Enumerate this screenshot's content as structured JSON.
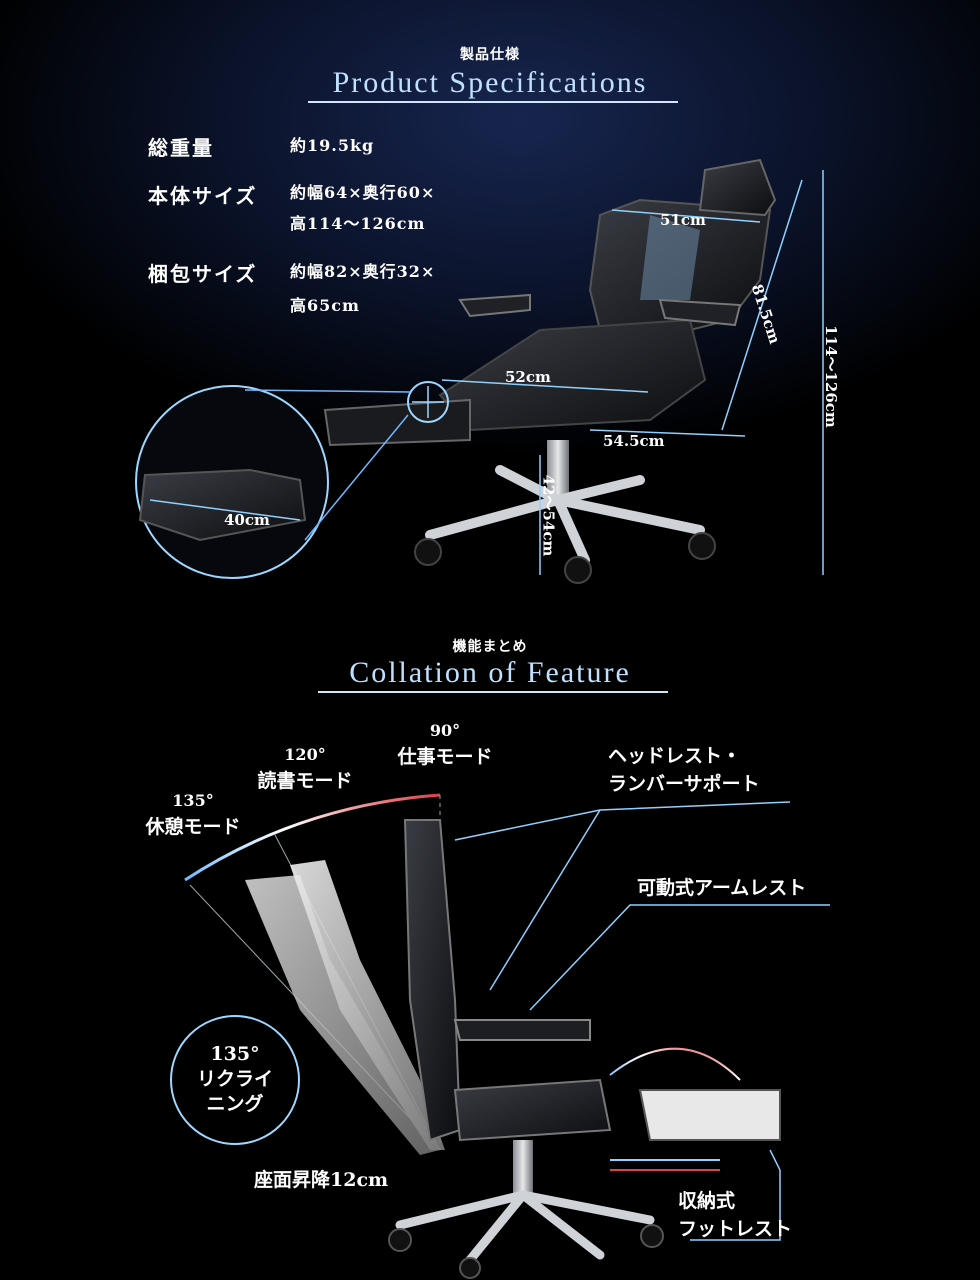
{
  "spec_section": {
    "title_jp": "製品仕様",
    "title_en": "Product Specifications",
    "rows": [
      {
        "label": "総重量",
        "value_lines": [
          "約19.5kg"
        ]
      },
      {
        "label": "本体サイズ",
        "value_lines": [
          "約幅64×奥行60×",
          "高114〜126cm"
        ]
      },
      {
        "label": "梱包サイズ",
        "value_lines": [
          "約幅82×奥行32×",
          "高65cm"
        ]
      }
    ],
    "dimensions": {
      "backrest_width": "51cm",
      "backrest_height": "81.5cm",
      "total_height": "114〜126cm",
      "seat_width": "52cm",
      "seat_depth": "54.5cm",
      "seat_height": "42〜54cm",
      "footrest_width": "40cm"
    }
  },
  "feature_section": {
    "title_jp": "機能まとめ",
    "title_en": "Collation of Feature",
    "modes": [
      {
        "deg": "90°",
        "label": "仕事モード"
      },
      {
        "deg": "120°",
        "label": "読書モード"
      },
      {
        "deg": "135°",
        "label": "休憩モード"
      }
    ],
    "callouts": {
      "headrest_line1": "ヘッドレスト・",
      "headrest_line2": "ランバーサポート",
      "armrest": "可動式アームレスト",
      "seat_lift": "座面昇降12cm",
      "footrest_line1": "収納式",
      "footrest_line2": "フットレスト"
    },
    "recline_badge": {
      "deg": "135°",
      "line1": "リクライ",
      "line2": "ニング"
    }
  },
  "colors": {
    "accent_blue": "#7fc4ff",
    "accent_red": "#e0404a",
    "background": "#000000"
  }
}
